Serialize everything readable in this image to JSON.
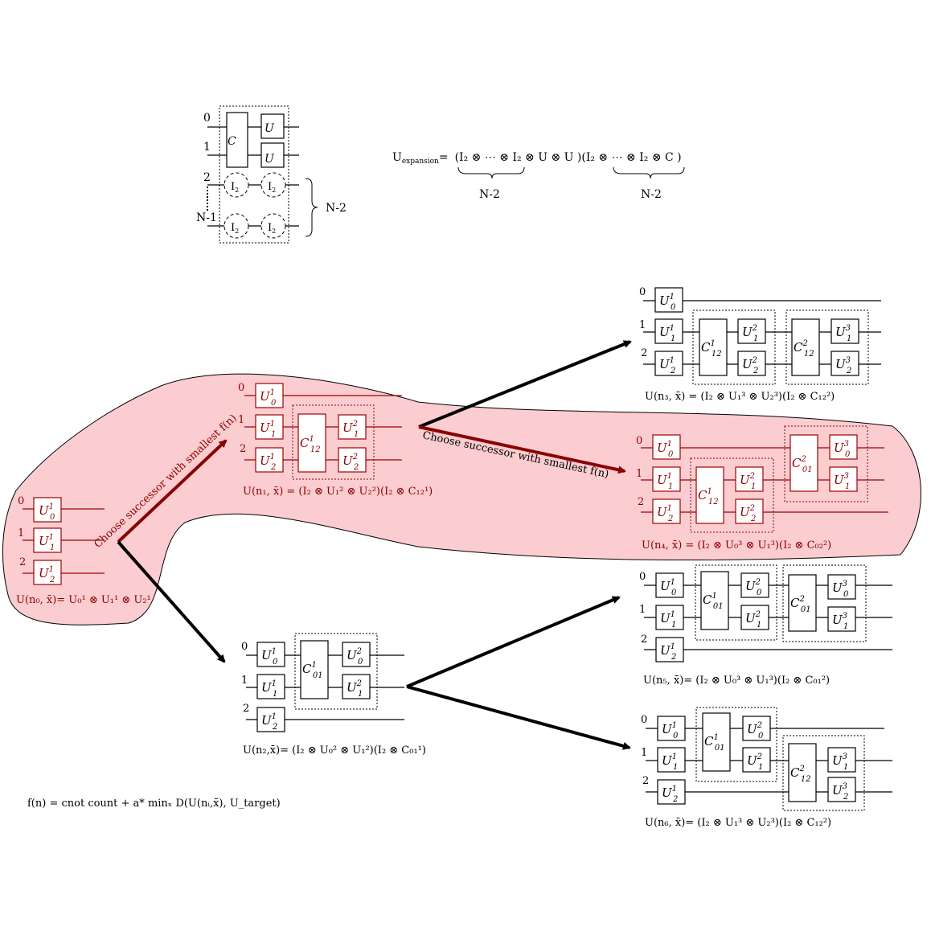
{
  "template": {
    "wire_labels": [
      "0",
      "1",
      "2",
      "N-1"
    ],
    "gate_c": "C",
    "gate_u": "U",
    "gate_i": "I",
    "gate_i_sub": "2",
    "brace_label": "N-2"
  },
  "expansion": {
    "lhs": "U",
    "lhs_sub": "expansion",
    "equals": "=",
    "rhs": "(I₂ ⊗ ⋯ ⊗ I₂ ⊗ U   ⊗ U   )(I₂ ⊗ ⋯ ⊗ I₂ ⊗ C   )",
    "brace1": "N-2",
    "brace2": "N-2"
  },
  "edges": {
    "choose_label_1": "Choose successor with smallest f(n)",
    "choose_label_2": "Choose successor with smallest f(n)"
  },
  "nodes": {
    "n0": {
      "wires": [
        "0",
        "1",
        "2"
      ],
      "gates": [
        "U",
        "U",
        "U"
      ],
      "formula": "U(n₀, x̄)= U₀¹ ⊗ U₁¹ ⊗ U₂¹"
    },
    "n1": {
      "wires": [
        "0",
        "1",
        "2"
      ],
      "formula": "U(n₁, x̄) = (I₂ ⊗ U₁² ⊗ U₂²)(I₂ ⊗ C₁₂¹)"
    },
    "n2": {
      "wires": [
        "0",
        "1",
        "2"
      ],
      "formula": "U(n₂,x̄)= (I₂ ⊗ U₀² ⊗ U₁²)(I₂ ⊗ C₀₁¹)"
    },
    "n3": {
      "wires": [
        "0",
        "1",
        "2"
      ],
      "formula": "U(n₃, x̄) = (I₂ ⊗ U₁³ ⊗ U₂³)(I₂ ⊗ C₁₂²)"
    },
    "n4": {
      "wires": [
        "0",
        "1",
        "2"
      ],
      "formula": "U(n₄, x̄) = (I₂ ⊗ U₀³ ⊗ U₁³)(I₂ ⊗ C₀₂²)"
    },
    "n5": {
      "wires": [
        "0",
        "1",
        "2"
      ],
      "formula": "U(n₅, x̄)= (I₂ ⊗ U₀³ ⊗ U₁³)(I₂ ⊗ C₀₁²)"
    },
    "n6": {
      "wires": [
        "0",
        "1",
        "2"
      ],
      "formula": "U(n₆, x̄)= (I₂ ⊗ U₁³ ⊗ U₂³)(I₂ ⊗ C₁₂²)"
    }
  },
  "cost_function": "f(n) = cnot count + a* minₓ D(U(nᵢ,x̄), U_target)",
  "colors": {
    "highlight_fill": "#fccdd0",
    "highlight_red": "#8b0000",
    "black": "#000000"
  }
}
